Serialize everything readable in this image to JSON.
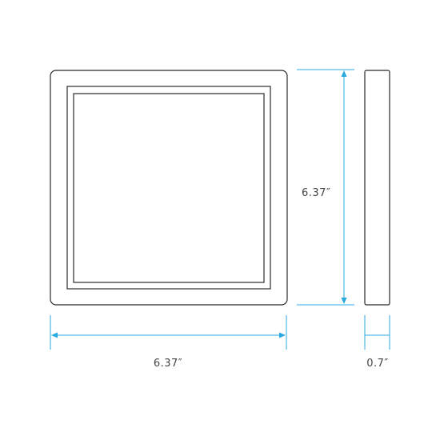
{
  "dimensions": {
    "height_label": "6.37″",
    "width_label": "6.37″",
    "depth_label": "0.7″"
  },
  "colors": {
    "outline": "#2b2b2b",
    "dimension": "#2aa8e0",
    "text": "#444444"
  }
}
